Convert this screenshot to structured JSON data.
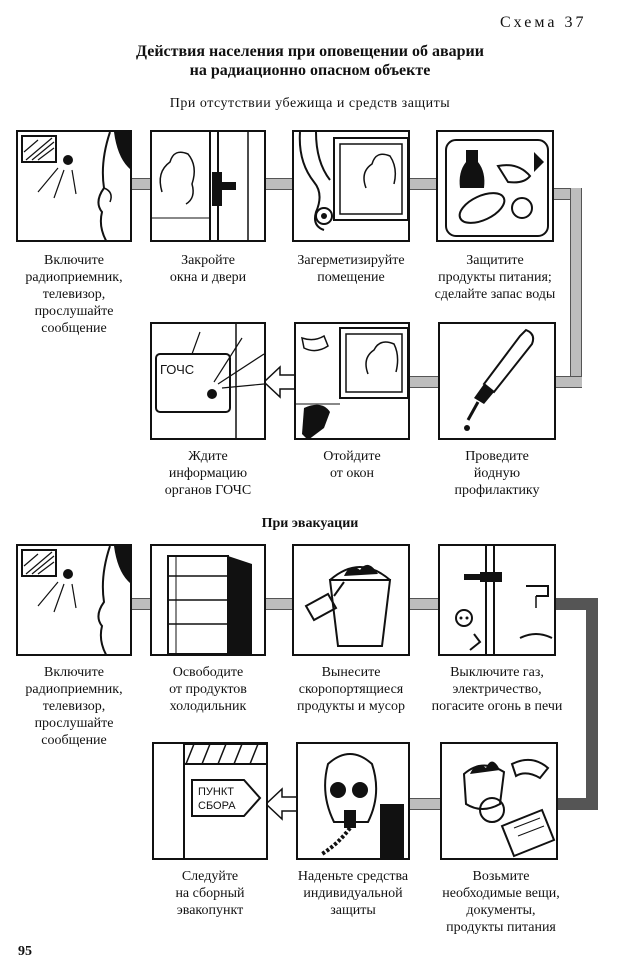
{
  "header": {
    "schema_label": "Схема 37",
    "title_line1": "Действия населения при оповещении об аварии",
    "title_line2": "на радиационно опасном объекте",
    "subtitle": "При отсутствии убежища и средств защиты"
  },
  "section1": {
    "steps": [
      {
        "lines": [
          "Включите",
          "радиоприемник,",
          "телевизор,",
          "прослушайте",
          "сообщение"
        ]
      },
      {
        "lines": [
          "Закройте",
          "окна и двери"
        ]
      },
      {
        "lines": [
          "Загерметизируйте",
          "помещение"
        ]
      },
      {
        "lines": [
          "Защитите",
          "продукты питания;",
          "сделайте запас воды"
        ]
      },
      {
        "lines": [
          "Проведите",
          "йодную",
          "профилактику"
        ]
      },
      {
        "lines": [
          "Отойдите",
          "от окон"
        ]
      },
      {
        "lines": [
          "Ждите",
          "информацию",
          "органов ГОЧС"
        ]
      }
    ],
    "radio_sign": "ГОЧС"
  },
  "section2": {
    "title": "При эвакуации",
    "steps": [
      {
        "lines": [
          "Включите",
          "радиоприемник,",
          "телевизор,",
          "прослушайте",
          "сообщение"
        ]
      },
      {
        "lines": [
          "Освободите",
          "от продуктов",
          "холодильник"
        ]
      },
      {
        "lines": [
          "Вынесите",
          "скоропортящиеся",
          "продукты и мусор"
        ]
      },
      {
        "lines": [
          "Выключите газ,",
          "электричество,",
          "погасите огонь в печи"
        ]
      },
      {
        "lines": [
          "Возьмите",
          "необходимые вещи,",
          "документы,",
          "продукты питания"
        ]
      },
      {
        "lines": [
          "Наденьте средства",
          "индивидуальной",
          "защиты"
        ]
      },
      {
        "lines": [
          "Следуйте",
          "на сборный",
          "эвакопункт"
        ]
      }
    ],
    "sign_line1": "ПУНКТ",
    "sign_line2": "СБОРА"
  },
  "page_number": "95"
}
